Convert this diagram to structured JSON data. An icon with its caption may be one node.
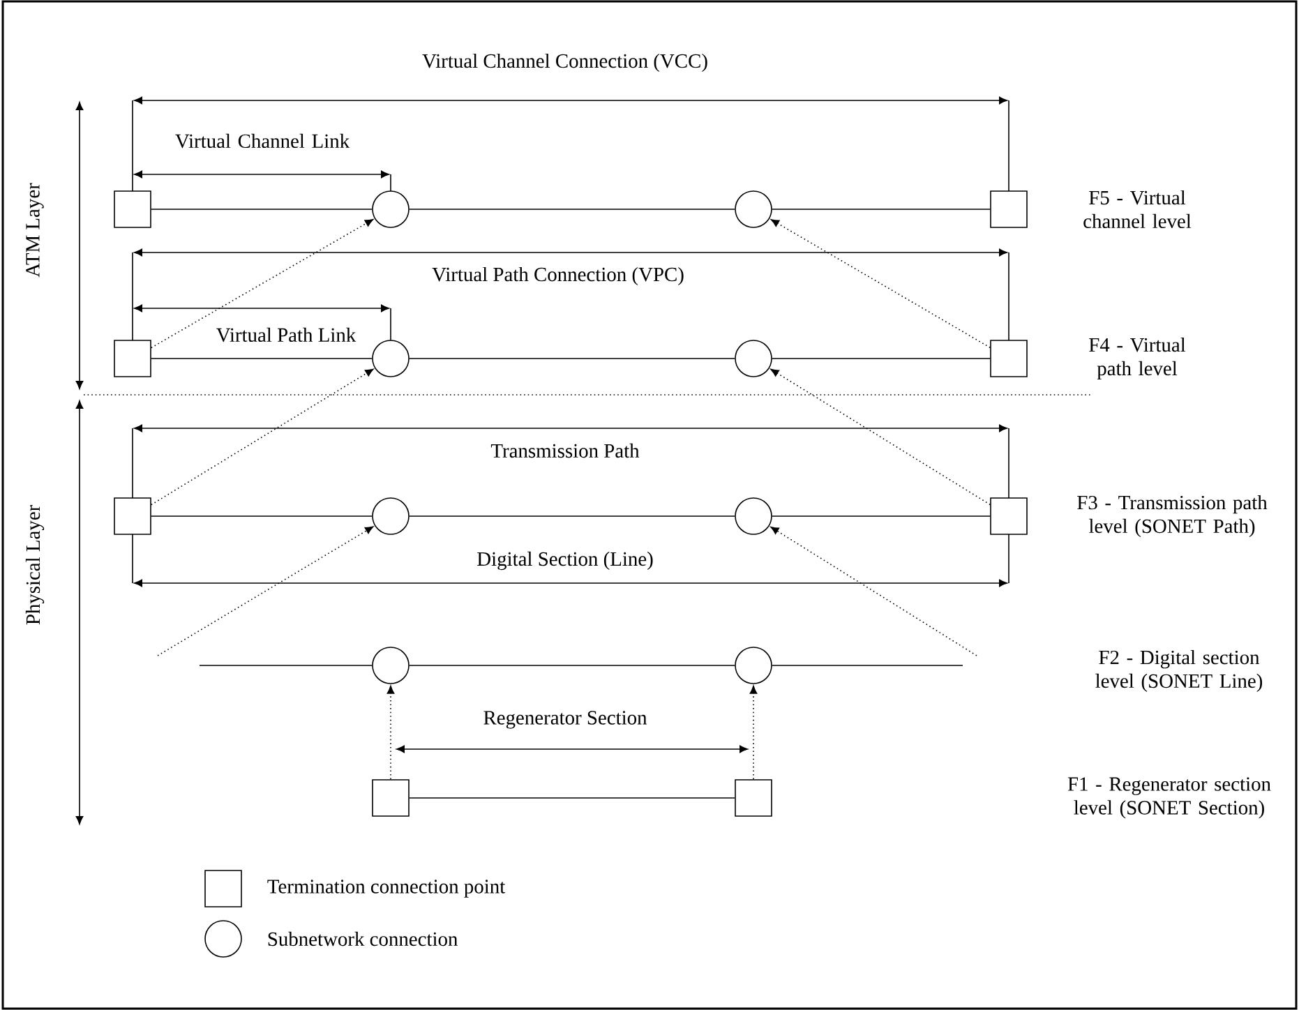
{
  "diagram": {
    "nodes": [
      {
        "text": [],
        "shape": "box"
      },
      {
        "text": [],
        "shape": "circle"
      },
      {
        "text": [],
        "shape": "circle"
      },
      {
        "text": [],
        "shape": "box"
      },
      {
        "text": [],
        "shape": "box"
      },
      {
        "text": [],
        "shape": "circle"
      },
      {
        "text": [],
        "shape": "circle"
      },
      {
        "text": [],
        "shape": "box"
      },
      {
        "text": [],
        "shape": "box"
      },
      {
        "text": [],
        "shape": "circle"
      },
      {
        "text": [],
        "shape": "circle"
      },
      {
        "text": [],
        "shape": "box"
      },
      {
        "text": [],
        "shape": "circle"
      },
      {
        "text": [],
        "shape": "circle"
      },
      {
        "text": [],
        "shape": "box"
      },
      {
        "text": [],
        "shape": "box"
      }
    ],
    "edges": [
      {
        "from": 0,
        "to": 1,
        "arrow": "none"
      },
      {
        "from": 1,
        "to": 2,
        "arrow": "none"
      },
      {
        "from": 2,
        "to": 3,
        "arrow": "none"
      },
      {
        "from": 4,
        "to": 5,
        "arrow": "none"
      },
      {
        "from": 5,
        "to": 6,
        "arrow": "none"
      },
      {
        "from": 6,
        "to": 7,
        "arrow": "none"
      },
      {
        "from": 8,
        "to": 9,
        "arrow": "none"
      },
      {
        "from": 9,
        "to": 10,
        "arrow": "none"
      },
      {
        "from": 10,
        "to": 11,
        "arrow": "none"
      },
      {
        "from": null,
        "to": 12,
        "arrow": "none"
      },
      {
        "from": 12,
        "to": 13,
        "arrow": "none"
      },
      {
        "from": 13,
        "to": null,
        "arrow": "none"
      },
      {
        "from": 14,
        "to": 15,
        "arrow": "none"
      },
      {
        "from": 4,
        "to": 1,
        "arrow": "to",
        "style": "dashed"
      },
      {
        "from": 7,
        "to": 2,
        "arrow": "to",
        "style": "dashed"
      },
      {
        "from": 8,
        "to": 5,
        "arrow": "to",
        "style": "dashed"
      },
      {
        "from": 11,
        "to": 6,
        "arrow": "to",
        "style": "dashed"
      },
      {
        "from": null,
        "to": 9,
        "arrow": "to",
        "style": "dashed"
      },
      {
        "from": null,
        "to": 10,
        "arrow": "to",
        "style": "dashed"
      },
      {
        "from": 14,
        "to": 12,
        "arrow": "to",
        "style": "dashed"
      },
      {
        "from": 15,
        "to": 13,
        "arrow": "to",
        "style": "dashed"
      }
    ],
    "labels": [
      "Virtual Channel Connection (VCC)",
      "Virtual Channel Link",
      "Virtual Path Connection (VPC)",
      "Virtual Path Link",
      "Transmission Path",
      "Digital Section (Line)",
      "Regenerator Section",
      "ATM Layer",
      "Physical Layer",
      "F5 - Virtual channel level",
      "F4 - Virtual path level",
      "F3 - Transmission path level (SONET Path)",
      "F2 - Digital section level (SONET Line)",
      "F1 - Regenerator section level (SONET Section)"
    ],
    "legend": [
      {
        "text": "Termination connection point"
      },
      {
        "text": "Subnetwork connection"
      }
    ]
  }
}
